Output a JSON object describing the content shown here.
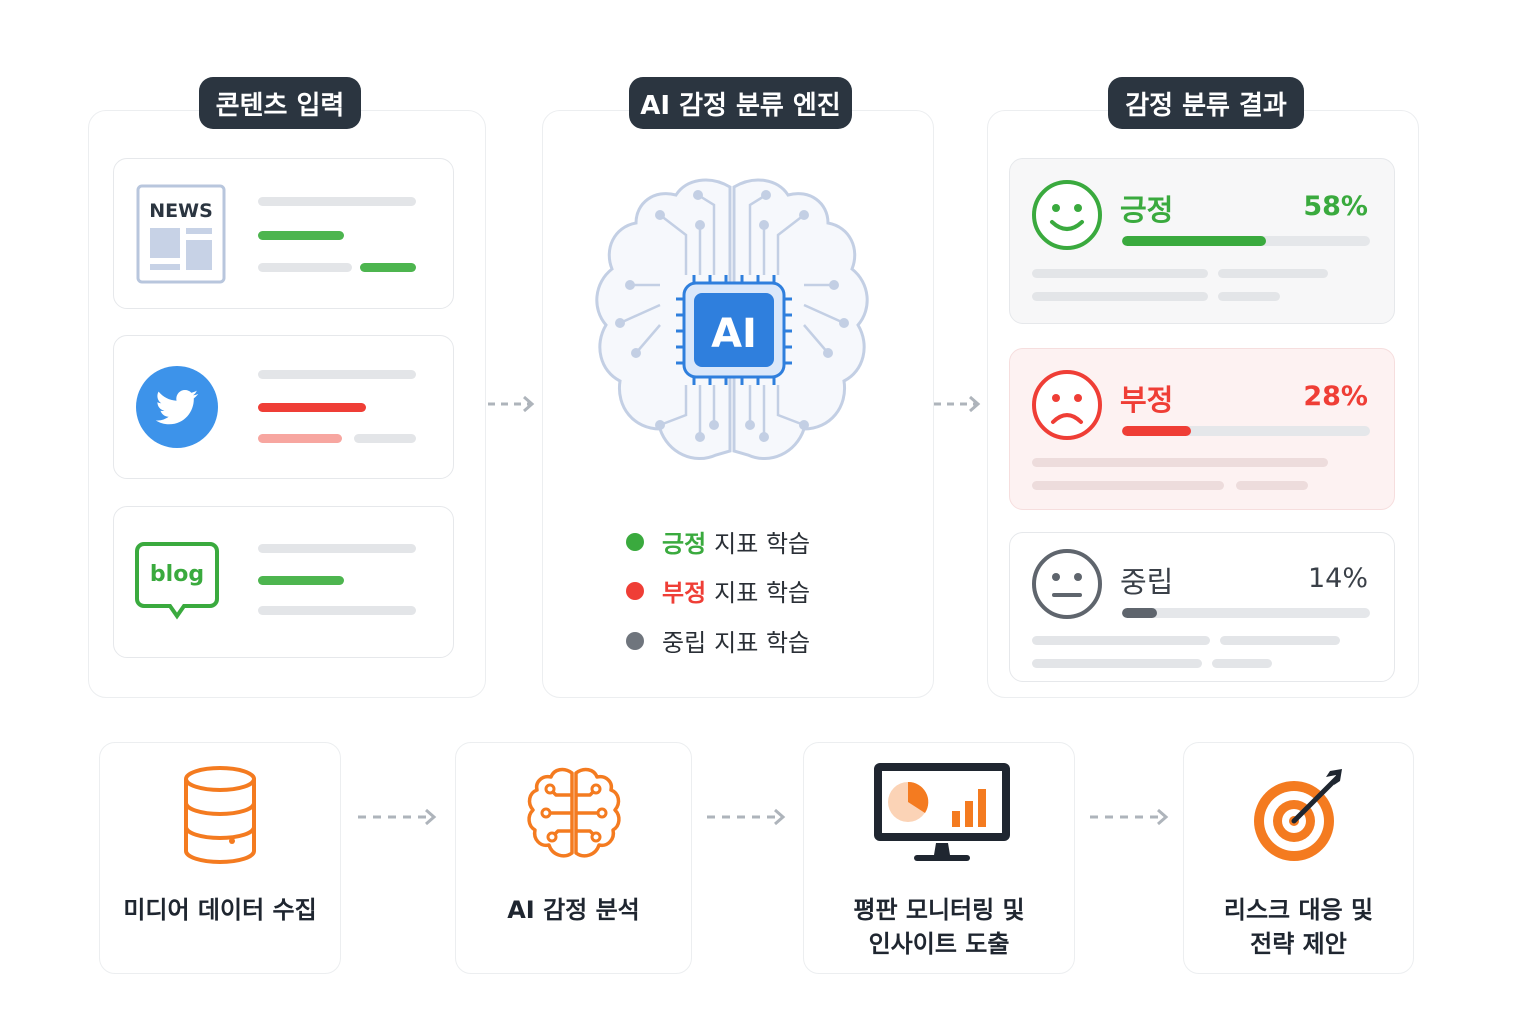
{
  "sections": {
    "input_title": "콘텐츠 입력",
    "engine_title": "AI 감정 분류 엔진",
    "result_title": "감정 분류 결과"
  },
  "sources": {
    "news_label": "NEWS",
    "blog_label": "blog"
  },
  "engine": {
    "chip_label": "AI",
    "legend": [
      {
        "keyword": "긍정",
        "rest": "지표 학습",
        "color": "#3aaa3e"
      },
      {
        "keyword": "부정",
        "rest": "지표 학습",
        "color": "#ef3e36"
      },
      {
        "keyword": "중립",
        "rest": "지표 학습",
        "color": "#6f757d"
      }
    ]
  },
  "results": {
    "positive": {
      "label": "긍정",
      "percent_text": "58%",
      "value": 58,
      "color": "#3aaa3e"
    },
    "negative": {
      "label": "부정",
      "percent_text": "28%",
      "value": 28,
      "color": "#ef3e36"
    },
    "neutral": {
      "label": "중립",
      "percent_text": "14%",
      "value": 14,
      "color": "#5f656d"
    }
  },
  "steps": [
    {
      "line1": "미디어 데이터 수집",
      "line2": "",
      "icon": "database-icon"
    },
    {
      "line1": "AI 감정 분석",
      "line2": "",
      "icon": "brain-icon"
    },
    {
      "line1": "평판 모니터링 및",
      "line2": "인사이트 도출",
      "icon": "monitor-chart-icon"
    },
    {
      "line1": "리스크 대응 및",
      "line2": "전략 제안",
      "icon": "target-icon"
    }
  ],
  "colors": {
    "accent_orange": "#f47b20",
    "dark_pill": "#2b3540",
    "chip_blue": "#2f7fdd"
  }
}
